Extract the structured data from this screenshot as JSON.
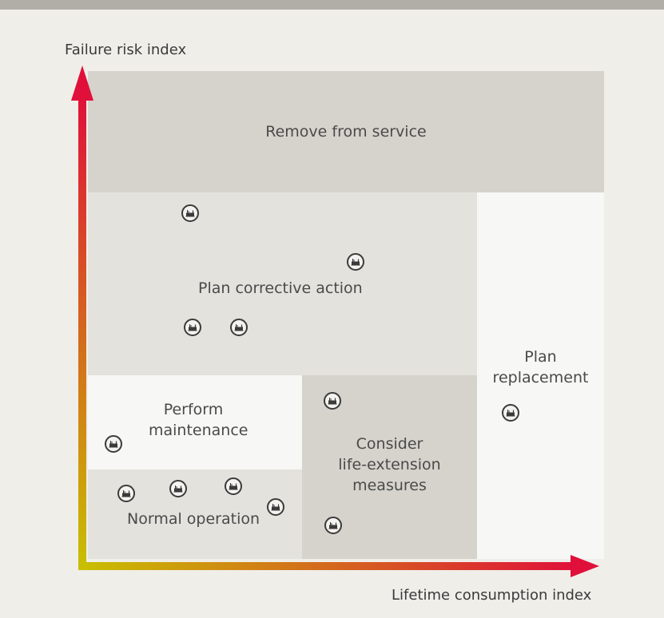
{
  "axes": {
    "y_label": "Failure risk index",
    "x_label": "Lifetime consumption index"
  },
  "zones": {
    "remove": "Remove from service",
    "corrective": "Plan corrective action",
    "replacement": [
      "Plan",
      "replacement"
    ],
    "maintenance": [
      "Perform",
      "maintenance"
    ],
    "life_extension": [
      "Consider",
      "life-extension",
      "measures"
    ],
    "normal": "Normal operation"
  },
  "colors": {
    "remove_zone": "#d5d3cc",
    "corrective_zone": "#e3e2dd",
    "replacement_zone": "#f7f7f5",
    "maintenance_zone": "#f7f7f5",
    "life_extension_zone": "#d5d3cc",
    "normal_zone": "#e3e2dd",
    "axis_gradient_start": "#c8c000",
    "axis_gradient_end": "#e0103a"
  },
  "icon": "transformer-unit-icon"
}
